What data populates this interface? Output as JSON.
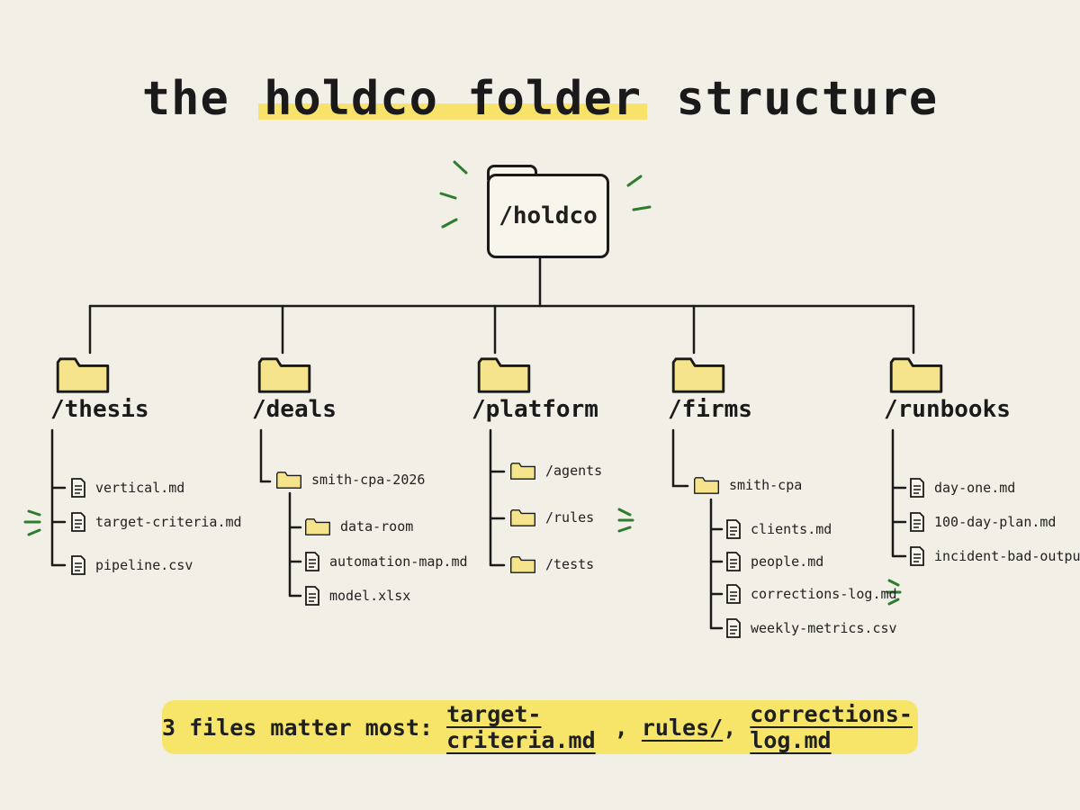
{
  "title": {
    "lead": "the",
    "highlight": "holdco folder",
    "tail": "structure"
  },
  "root": {
    "label": "/holdco",
    "icon": "folder-icon"
  },
  "branches": [
    {
      "label": "/thesis",
      "icon": "folder-icon",
      "children": [
        {
          "label": "vertical.md",
          "icon": "file-icon"
        },
        {
          "label": "target-criteria.md",
          "icon": "file-icon",
          "emphasis": true
        },
        {
          "label": "pipeline.csv",
          "icon": "file-icon"
        }
      ]
    },
    {
      "label": "/deals",
      "icon": "folder-icon",
      "children": [
        {
          "label": "smith-cpa-2026",
          "icon": "folder-icon",
          "children": [
            {
              "label": "data-room",
              "icon": "folder-icon"
            },
            {
              "label": "automation-map.md",
              "icon": "file-icon"
            },
            {
              "label": "model.xlsx",
              "icon": "file-icon"
            }
          ]
        }
      ]
    },
    {
      "label": "/platform",
      "icon": "folder-icon",
      "children": [
        {
          "label": "/agents",
          "icon": "folder-icon"
        },
        {
          "label": "/rules",
          "icon": "folder-icon",
          "emphasis": true
        },
        {
          "label": "/tests",
          "icon": "folder-icon"
        }
      ]
    },
    {
      "label": "/firms",
      "icon": "folder-icon",
      "children": [
        {
          "label": "smith-cpa",
          "icon": "folder-icon",
          "children": [
            {
              "label": "clients.md",
              "icon": "file-icon"
            },
            {
              "label": "people.md",
              "icon": "file-icon"
            },
            {
              "label": "corrections-log.md",
              "icon": "file-icon",
              "emphasis": true
            },
            {
              "label": "weekly-metrics.csv",
              "icon": "file-icon"
            }
          ]
        }
      ]
    },
    {
      "label": "/runbooks",
      "icon": "folder-icon",
      "children": [
        {
          "label": "day-one.md",
          "icon": "file-icon"
        },
        {
          "label": "100-day-plan.md",
          "icon": "file-icon"
        },
        {
          "label": "incident-bad-output.md",
          "icon": "file-icon"
        }
      ]
    }
  ],
  "footer": {
    "lead": "3 files matter most: ",
    "items": [
      "target-criteria.md",
      "rules/",
      "corrections-log.md"
    ],
    "separator": ", "
  },
  "colors": {
    "folder": "#f6e48d",
    "highlight": "#f7e36b",
    "emphasis": "#2e7d2e",
    "ink": "#1a1a1a"
  }
}
